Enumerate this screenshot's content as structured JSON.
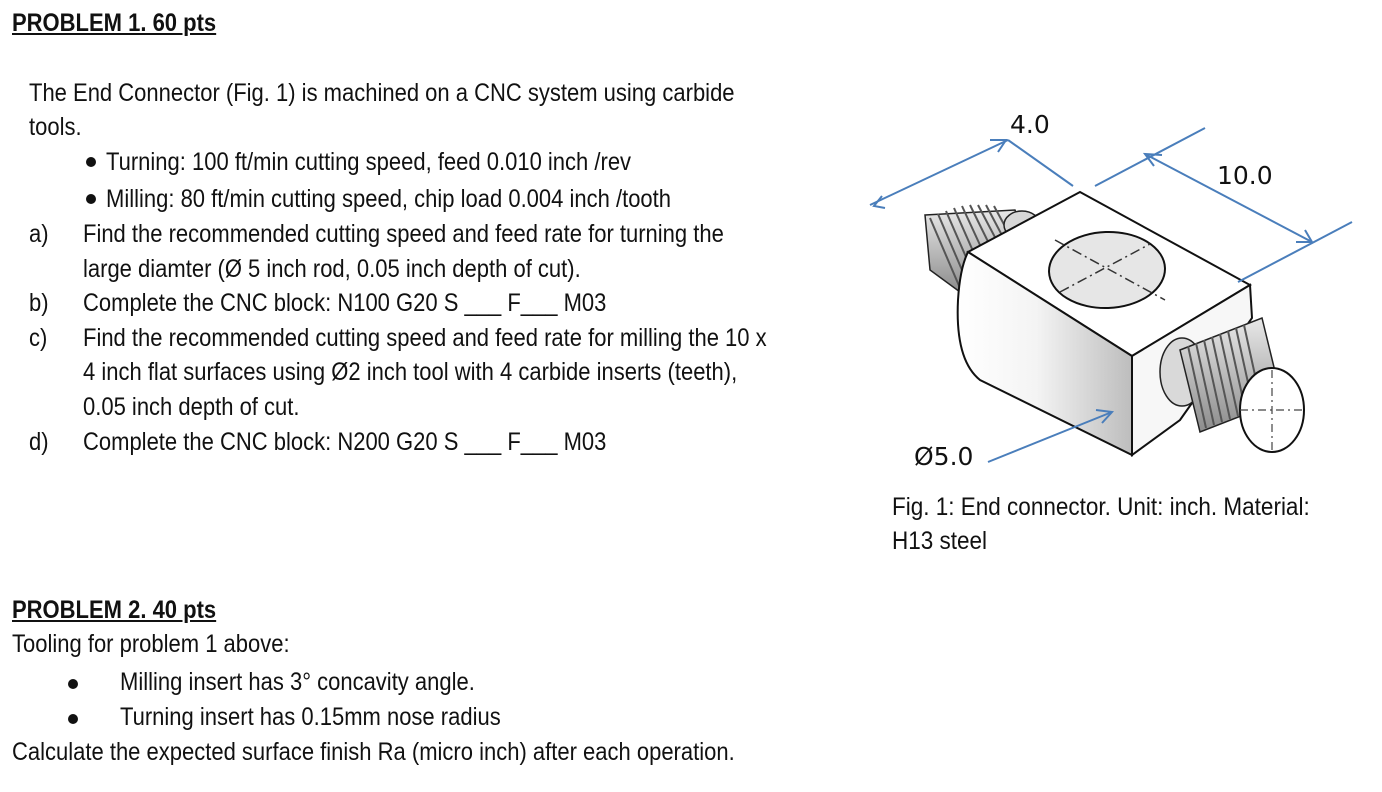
{
  "problem1": {
    "heading": "PROBLEM 1. 60 pts",
    "intro_line1": "The End Connector (Fig. 1)  is machined on a CNC system using carbide",
    "intro_line2": "tools.",
    "bullets": [
      "Turning: 100 ft/min cutting speed, feed 0.010 inch /rev",
      "Milling: 80 ft/min cutting speed, chip load 0.004 inch /tooth"
    ],
    "items": [
      {
        "label": "a)",
        "lines": [
          "Find the recommended cutting speed and feed rate for turning the",
          "large diamter (Ø 5 inch rod, 0.05 inch depth of cut)."
        ]
      },
      {
        "label": "b)",
        "lines": [
          "Complete the CNC block: N100 G20 S ___ F___ M03"
        ]
      },
      {
        "label": "c)",
        "lines": [
          "Find the recommended cutting speed and feed rate for milling the 10 x",
          "4 inch flat surfaces using Ø2 inch tool with 4 carbide inserts (teeth),",
          "0.05 inch depth of cut."
        ]
      },
      {
        "label": "d)",
        "lines": [
          "Complete the CNC block: N200 G20 S ___ F___ M03"
        ]
      }
    ]
  },
  "figure": {
    "dimensions": {
      "width": "4.0",
      "length": "10.0",
      "diameter": "Ø5.0"
    },
    "caption_line1": "Fig. 1: End connector. Unit: inch. Material:",
    "caption_line2": "H13 steel",
    "arrow_color": "#4a7ebb"
  },
  "problem2": {
    "heading": "PROBLEM 2. 40 pts",
    "intro": "Tooling for problem 1 above:",
    "bullets": [
      "Milling insert has 3° concavity angle.",
      "Turning insert has 0.15mm nose radius"
    ],
    "conclusion": "Calculate the expected surface finish Ra (micro inch) after each operation."
  }
}
